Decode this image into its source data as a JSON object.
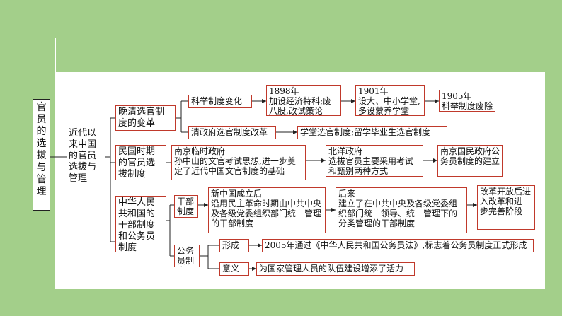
{
  "root": "官员的选拔与管理",
  "branch_top": "近代以来中国的官员选拔与管理",
  "nodes": {
    "late_qing": "晚清选官制度的变革",
    "keju_change": "科举制度变化",
    "y1898": "1898年\n加设经济特科;废八股,改试策论",
    "y1901": "1901年\n设大、中小学堂,多设蒙养学堂",
    "y1905": "1905年\n科举制度废除",
    "qing_gov": "清政府选官制度改革",
    "school_sel": "学堂选官制度;留学毕业生选官制度",
    "roc": "民国时期的官员选拔制度",
    "nanjing_pro": "南京临时政府\n孙中山的文官考试思想,进一步奠定了近代中国文官制度的基础",
    "beiyang": "北洋政府\n选拔官员主要采用考试和甄别两种方式",
    "nanjing_nat": "南京国民政府公务员制度的建立",
    "prc": "中华人民共和国的干部制度和公务员制度",
    "cadre": "干部制度",
    "new_china": "新中国成立后\n沿用民主革命时期由中共中央及各级党委组织部门统一管理的干部制度",
    "later": "后来\n建立了在中共中央及各级党委组织部门统一领导、统一管理下的分类管理的干部制度",
    "reform": "改革开放后进入改革和进一步完善阶段",
    "civil": "公务员制度",
    "formation": "形成",
    "law2005": "2005年通过《中华人民共和国公务员法》,标志着公务员制度正式形成",
    "meaning": "意义",
    "vitality": "为国家管理人员的队伍建设增添了活力"
  },
  "colors": {
    "background": "#a3cf8a",
    "panel": "#ffffff",
    "border_red": "#c0392b",
    "border_black": "#222222",
    "line": "#222222"
  }
}
